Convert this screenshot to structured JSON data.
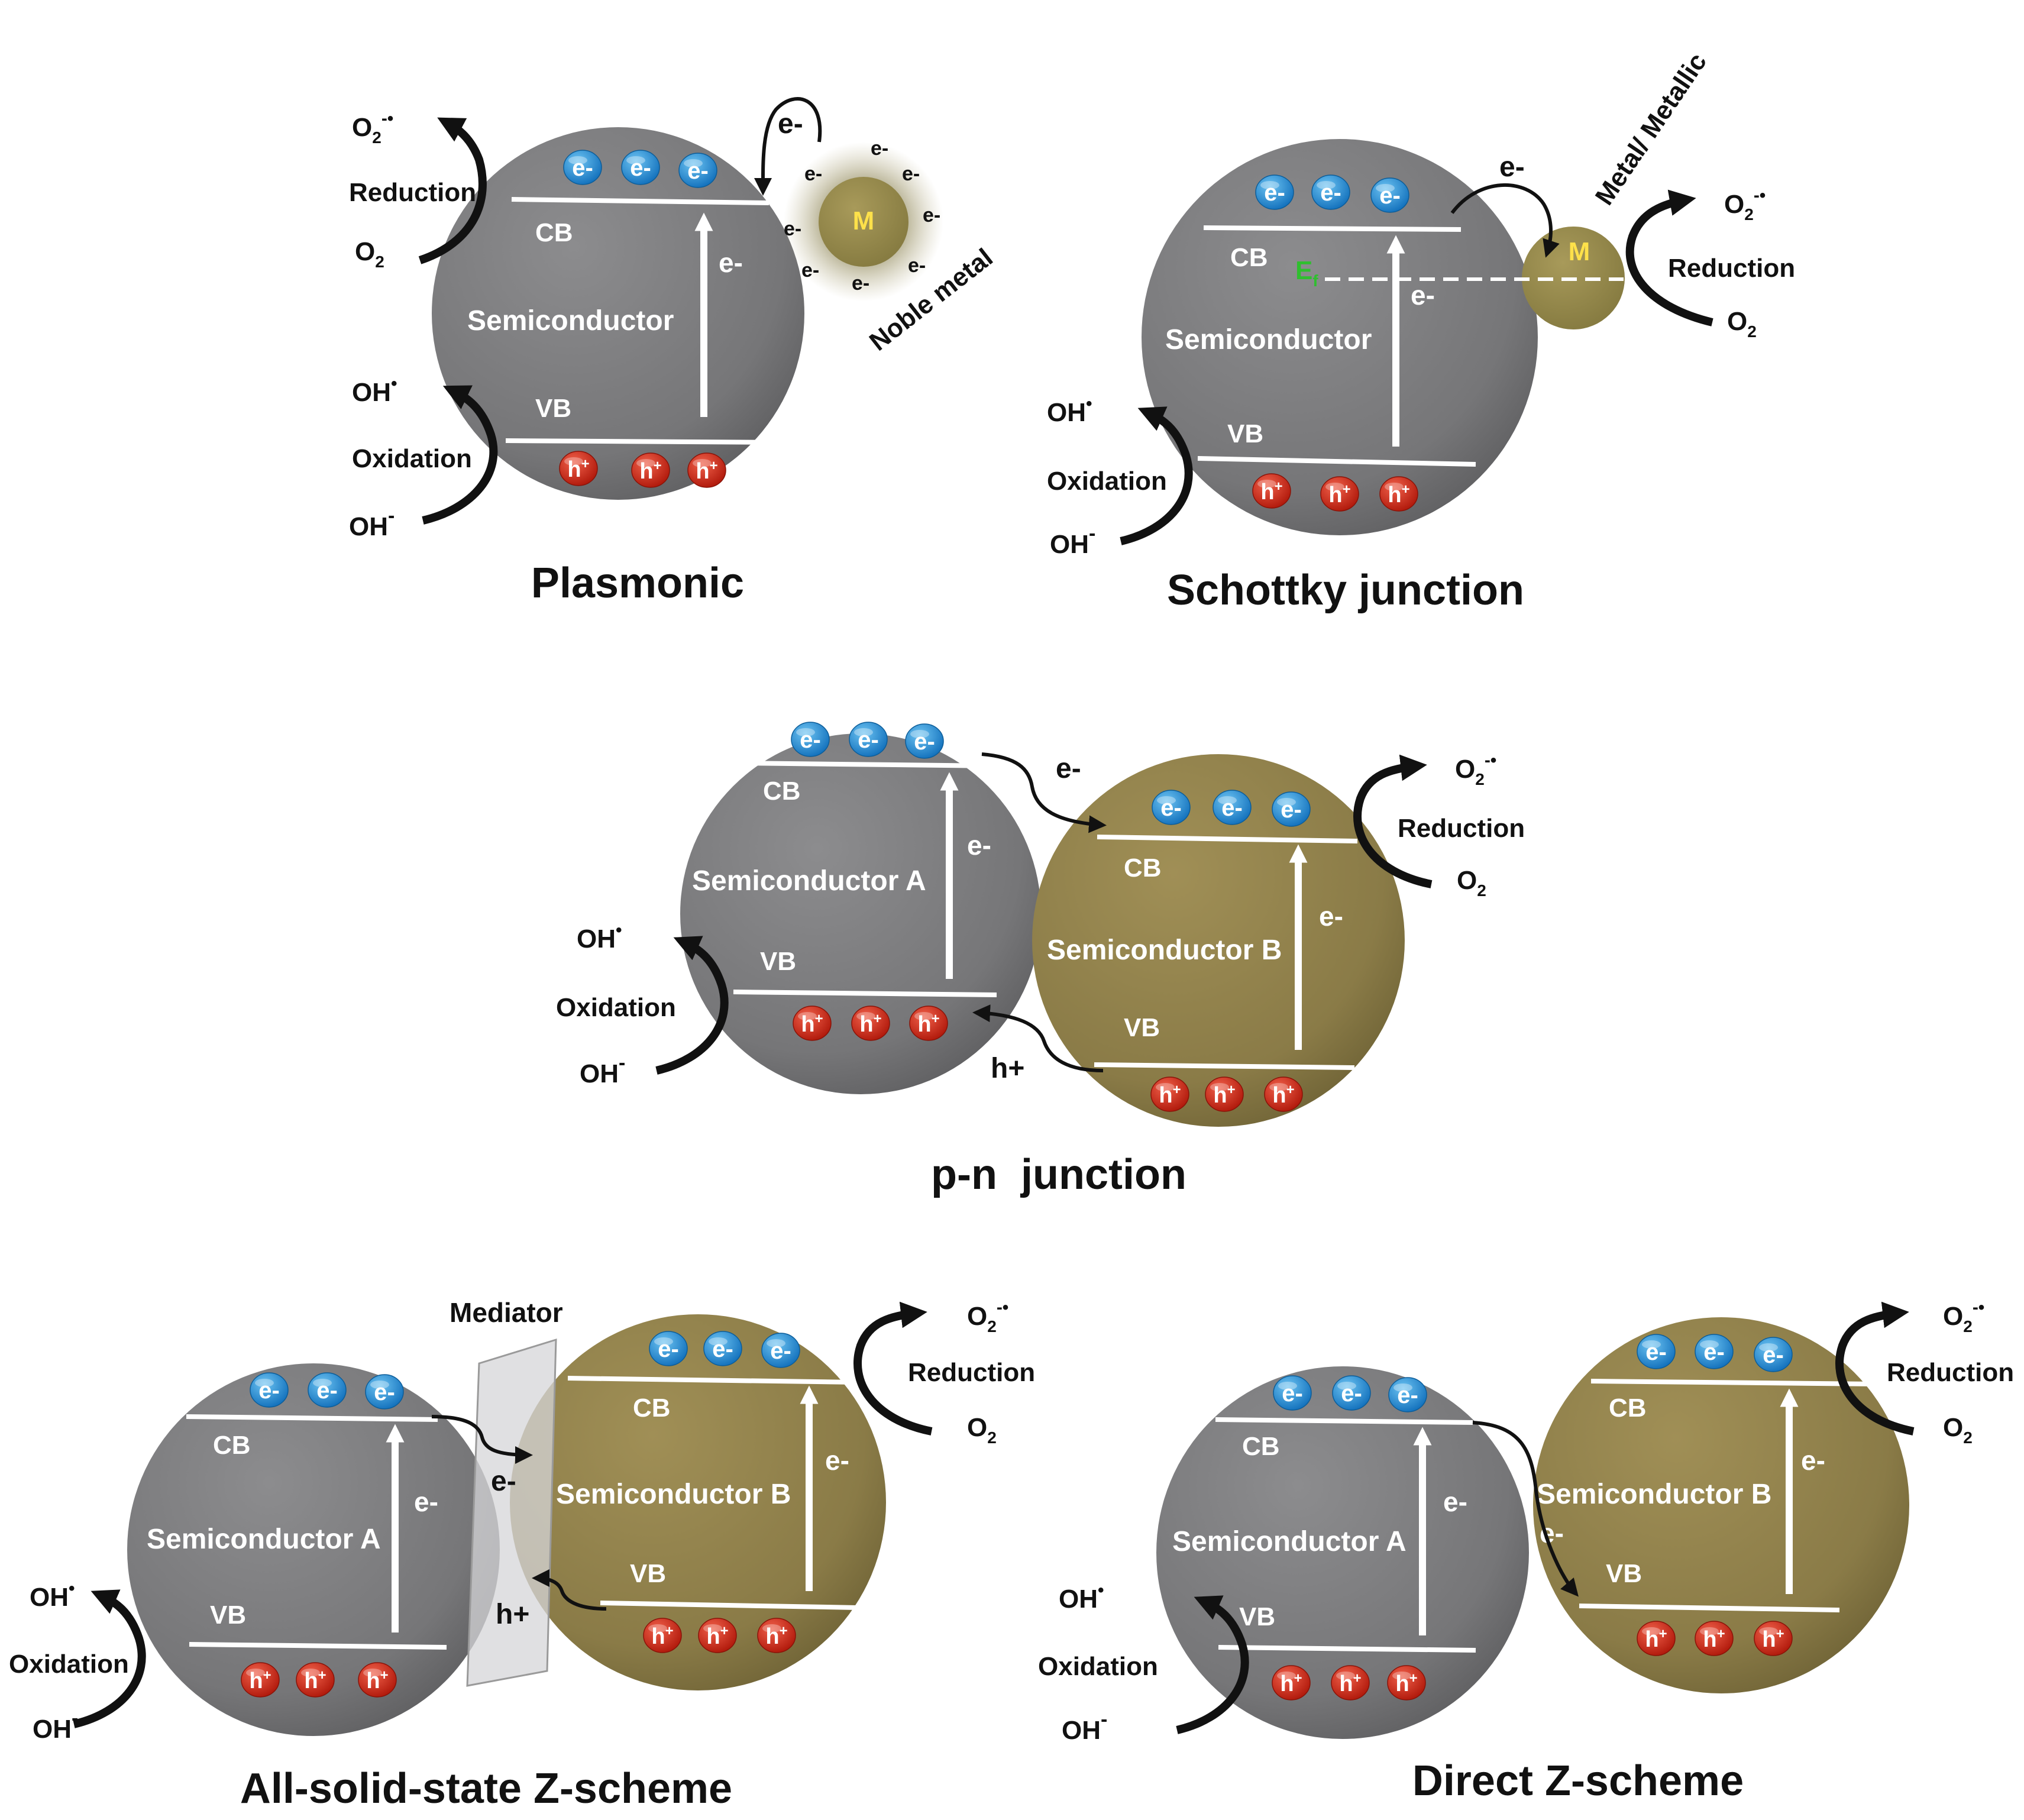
{
  "colors": {
    "semiconductor_a": "#7a7a7c",
    "semiconductor_b": "#8a7d4a",
    "metal": "#948848",
    "electron": "#1e8fd6",
    "hole": "#d02a1a",
    "band_line": "#ffffff",
    "fermi_label": "#2fbf2f",
    "metal_label": "#ffe14a",
    "arrow": "#111111"
  },
  "labels": {
    "e": "e-",
    "hplus": "h+",
    "hole_sym": "h",
    "hole_sup": "+",
    "cb": "CB",
    "vb": "VB",
    "reduction": "Reduction",
    "oxidation": "Oxidation",
    "o2": "O",
    "o2_sub": "2",
    "o2rad_sup": "-•",
    "oh": "OH",
    "oh_rad_sup": "•",
    "oh_ion_sup": "-",
    "metal_m": "M",
    "ef": "E",
    "ef_sub": "f"
  },
  "panels": {
    "plasmonic": {
      "title": "Plasmonic",
      "semiconductor": "Semiconductor",
      "noble_metal": "Noble metal"
    },
    "schottky": {
      "title": "Schottky junction",
      "semiconductor": "Semiconductor",
      "metal_label": "Metal/ Metallic"
    },
    "pn": {
      "title": "p-n  junction",
      "semi_a": "Semiconductor A",
      "semi_b": "Semiconductor B"
    },
    "allsolid": {
      "title": "All-solid-state Z-scheme",
      "semi_a": "Semiconductor A",
      "semi_b": "Semiconductor B",
      "mediator": "Mediator"
    },
    "direct": {
      "title": "Direct Z-scheme",
      "semi_a": "Semiconductor A",
      "semi_b": "Semiconductor B"
    }
  }
}
